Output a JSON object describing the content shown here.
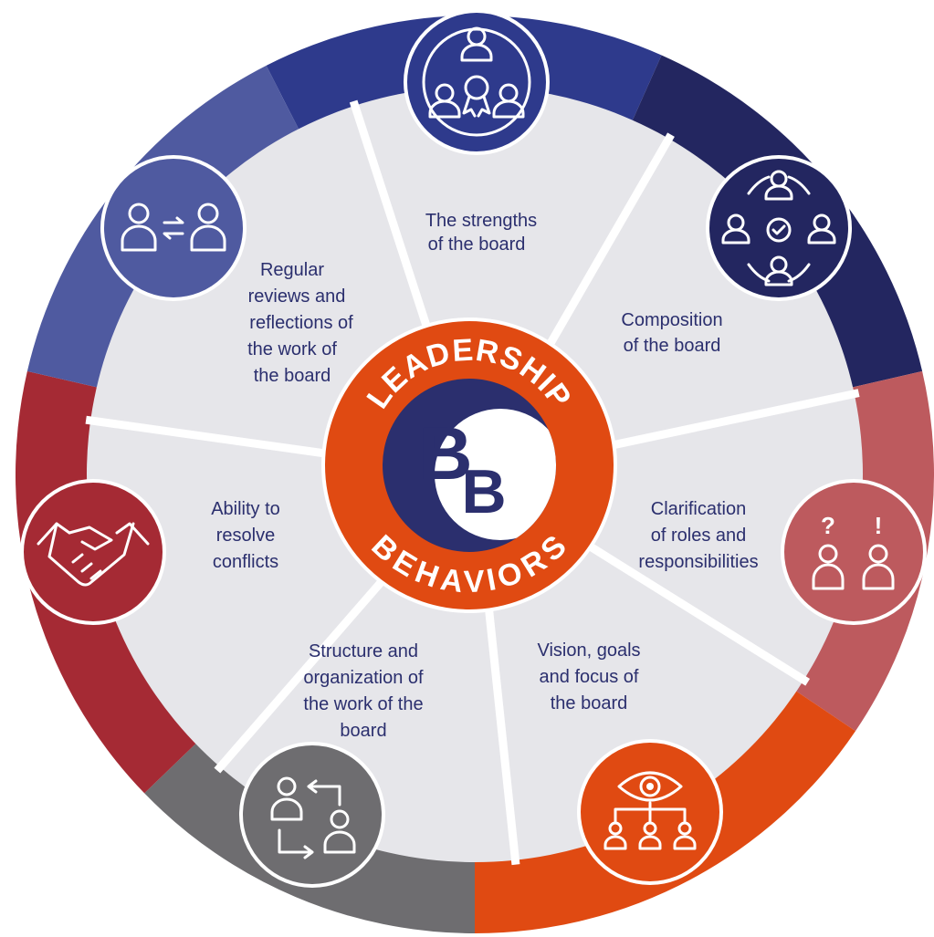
{
  "center": {
    "top_text": "LEADERSHIP",
    "bottom_text": "BEHAVIORS",
    "logo_letters": [
      "B",
      "B"
    ]
  },
  "segments": [
    {
      "label_lines": [
        "The strengths",
        "of the board"
      ],
      "color": "#2e3a8c",
      "icon": "group-award-icon"
    },
    {
      "label_lines": [
        "Composition",
        "of the board"
      ],
      "color": "#232660",
      "icon": "team-cycle-check-icon"
    },
    {
      "label_lines": [
        "Clarification",
        "of roles and",
        "responsibilities"
      ],
      "color": "#bd5a5e",
      "icon": "question-exclamation-people-icon"
    },
    {
      "label_lines": [
        "Vision, goals",
        "and focus of",
        "the board"
      ],
      "color": "#e04a12",
      "icon": "eye-network-icon"
    },
    {
      "label_lines": [
        "Structure and",
        "organization of",
        "the work of the",
        "board"
      ],
      "color": "#6e6d70",
      "icon": "workflow-people-icon"
    },
    {
      "label_lines": [
        "Ability to",
        "resolve",
        "conflicts"
      ],
      "color": "#a52a34",
      "icon": "handshake-icon"
    },
    {
      "label_lines": [
        "Regular",
        "reviews and",
        "reflections of",
        "the work of",
        "the board"
      ],
      "color": "#4f5aa0",
      "icon": "exchange-people-icon"
    }
  ],
  "colors": {
    "wedge_fill": "#e6e6ea",
    "center_ring": "#e04a12",
    "logo_navy": "#2b2f6e"
  }
}
